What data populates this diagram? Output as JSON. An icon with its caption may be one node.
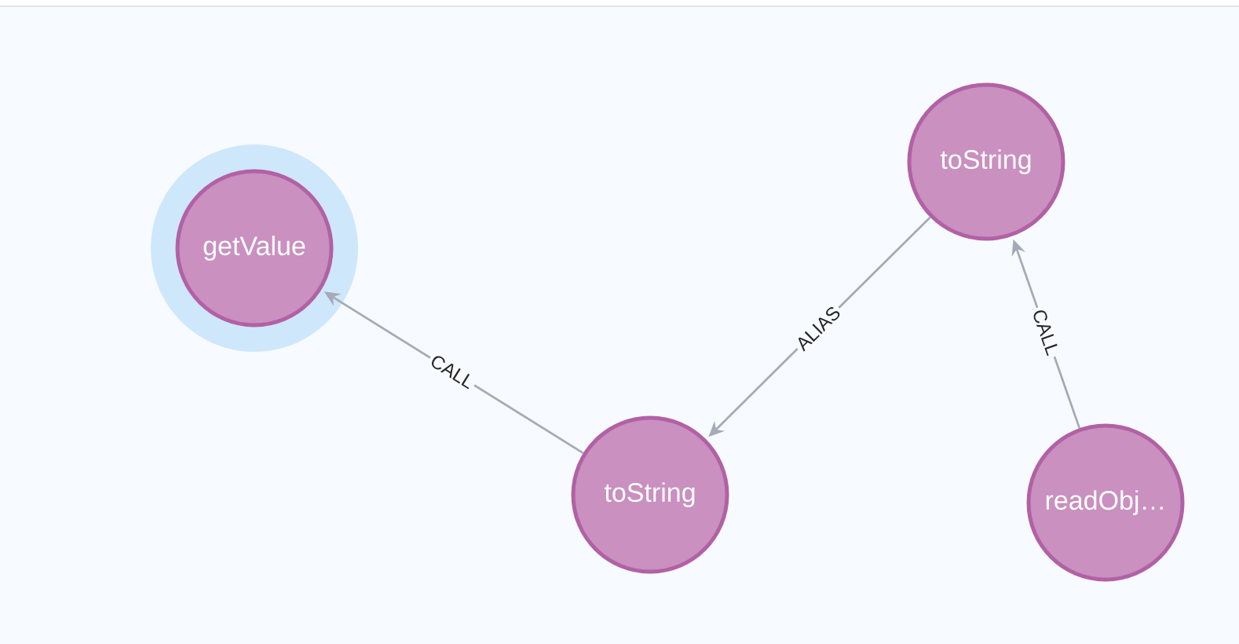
{
  "diagram": {
    "nodes": [
      {
        "text": [
          "getValue"
        ]
      },
      {
        "text": [
          "toString"
        ]
      },
      {
        "text": [
          "toString"
        ]
      },
      {
        "text": [
          "readObj…"
        ]
      }
    ],
    "edges": [
      {
        "from": 2,
        "to": 0,
        "arrow": "to",
        "label": "CALL"
      },
      {
        "from": 1,
        "to": 2,
        "arrow": "to",
        "label": "ALIAS"
      },
      {
        "from": 3,
        "to": 1,
        "arrow": "to",
        "label": "CALL"
      }
    ]
  }
}
